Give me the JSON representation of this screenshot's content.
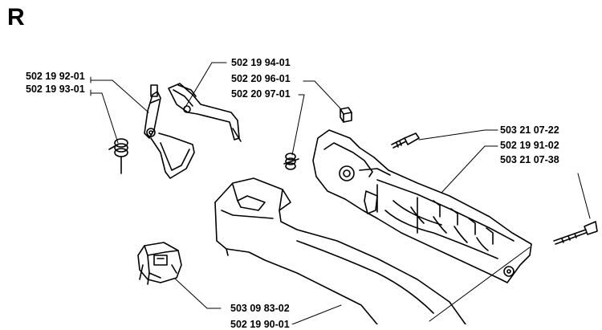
{
  "section": "R",
  "labels": {
    "p1": "502 19 92-01",
    "p2": "502 19 93-01",
    "p3": "502 19 94-01",
    "p4": "502 20 96-01",
    "p5": "502 20 97-01",
    "p6": "503 21 07-22",
    "p7": "502 19 91-02",
    "p8": "503 21 07-38",
    "p9": "503 09 83-02",
    "p10": "502 19 90-01"
  }
}
